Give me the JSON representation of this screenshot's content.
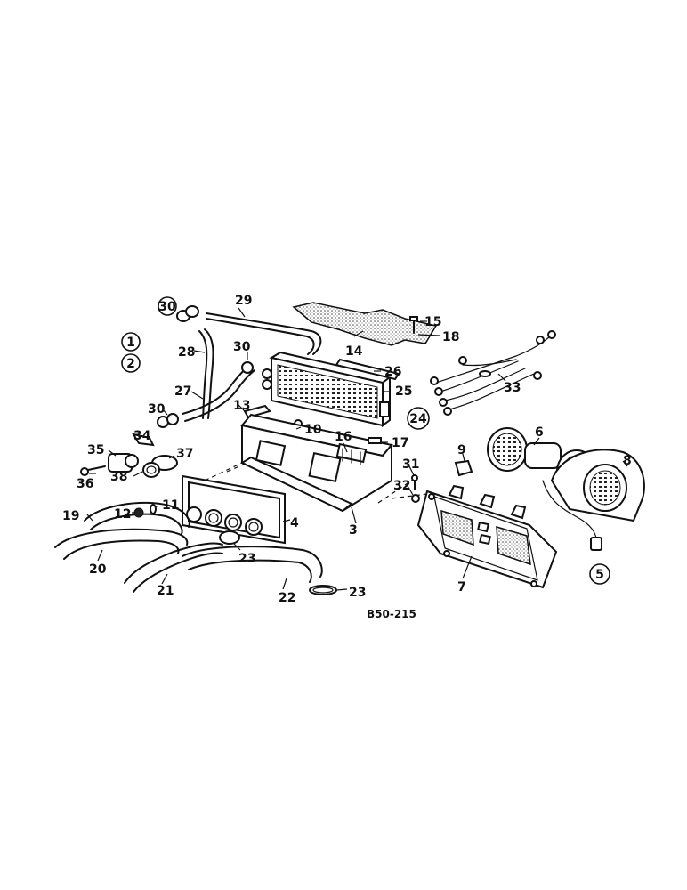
{
  "drawing_ref": "B50-215",
  "callouts": {
    "c1": "1",
    "c2": "2",
    "c3": "3",
    "c4": "4",
    "c5": "5",
    "c6": "6",
    "c7": "7",
    "c8": "8",
    "c9": "9",
    "c10": "10",
    "c11": "11",
    "c12": "12",
    "c13": "13",
    "c14": "14",
    "c15": "15",
    "c16": "16",
    "c17": "17",
    "c18": "18",
    "c19": "19",
    "c20": "20",
    "c21": "21",
    "c22": "22",
    "c23a": "23",
    "c23b": "23",
    "c24": "24",
    "c25": "25",
    "c26": "26",
    "c27": "27",
    "c28": "28",
    "c29": "29",
    "c30a": "30",
    "c30b": "30",
    "c30c": "30",
    "c31": "31",
    "c32": "32",
    "c33": "33",
    "c34": "34",
    "c35": "35",
    "c36": "36",
    "c37": "37",
    "c38": "38"
  },
  "colors": {
    "ink": "#111111",
    "paper": "#ffffff"
  }
}
